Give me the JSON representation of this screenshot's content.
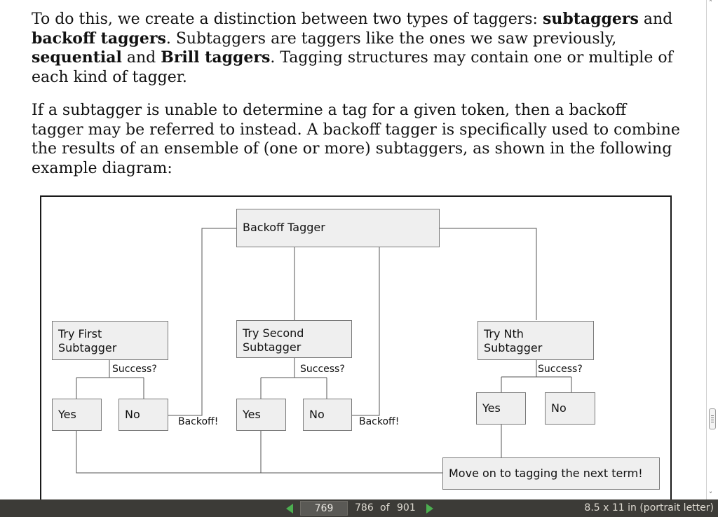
{
  "paragraphs": {
    "p1": {
      "t1": "To do this, we create a distinction between two types of taggers: ",
      "b1": "subtaggers",
      "t2": " and ",
      "b2": "backoff taggers",
      "t3": ". Subtaggers are taggers like the ones we saw previously, ",
      "b3": "sequential",
      "t4": " and ",
      "b4": "Brill taggers",
      "t5": ". Tagging structures may contain one or multiple of each kind of tagger."
    },
    "p2": "If a subtagger is unable to determine a tag for a given token, then a backoff tagger may be referred to instead. A backoff tagger is specifically used to combine the results of an ensemble of (one or more) subtaggers, as shown in the following example diagram:"
  },
  "diagram": {
    "backoff_tagger": "Backoff Tagger",
    "try_first": "Try First\nSubtagger",
    "try_second": "Try Second\nSubtagger",
    "try_nth": "Try Nth\nSubtagger",
    "success": "Success?",
    "yes": "Yes",
    "no": "No",
    "backoff": "Backoff!",
    "move_on": "Move on to tagging the next term!"
  },
  "statusbar": {
    "page_label_input": "769",
    "current_page": "786",
    "of": "of",
    "total_pages": "901",
    "page_size": "8.5 x 11 in (portrait letter)"
  }
}
